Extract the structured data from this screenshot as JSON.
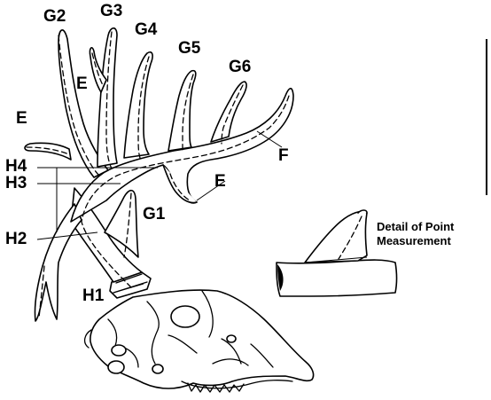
{
  "labels": {
    "g1": "G1",
    "g2": "G2",
    "g3": "G3",
    "g4": "G4",
    "g5": "G5",
    "g6": "G6",
    "e_top": "E",
    "e_left": "E",
    "e_right": "E",
    "f": "F",
    "h1": "H1",
    "h2": "H2",
    "h3": "H3",
    "h4": "H4"
  },
  "detail": {
    "line1": "Detail of Point",
    "line2": "Measurement"
  }
}
